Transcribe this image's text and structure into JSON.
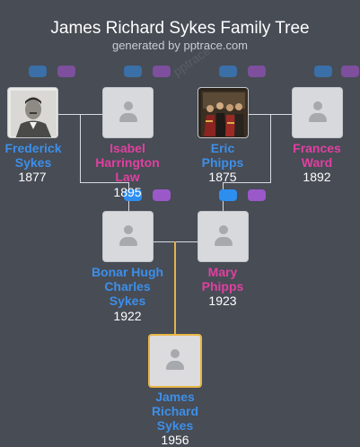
{
  "header": {
    "title": "James Richard Sykes Family Tree",
    "subtitle": "generated by pptrace.com",
    "watermark": "pptrace"
  },
  "people": {
    "frederick": {
      "name_lines": [
        "Frederick",
        "Sykes"
      ],
      "year": "1877",
      "gender": "m",
      "photo": "portrait"
    },
    "isabel": {
      "name_lines": [
        "Isabel",
        "Harrington",
        "Law"
      ],
      "year": "1895",
      "gender": "f",
      "photo": "none"
    },
    "eric": {
      "name_lines": [
        "Eric",
        "Phipps"
      ],
      "year": "1875",
      "gender": "m",
      "photo": "painting"
    },
    "frances": {
      "name_lines": [
        "Frances",
        "Ward"
      ],
      "year": "1892",
      "gender": "f",
      "photo": "none"
    },
    "bonar": {
      "name_lines": [
        "Bonar Hugh",
        "Charles",
        "Sykes"
      ],
      "year": "1922",
      "gender": "m",
      "photo": "none"
    },
    "mary": {
      "name_lines": [
        "Mary",
        "Phipps"
      ],
      "year": "1923",
      "gender": "f",
      "photo": "none"
    },
    "james": {
      "name_lines": [
        "James",
        "Richard",
        "Sykes"
      ],
      "year": "1956",
      "gender": "m",
      "photo": "none"
    }
  },
  "colors": {
    "male": "#3d8fe8",
    "female": "#e040a0",
    "focus_border": "#e8b545",
    "background": "#474c55"
  }
}
